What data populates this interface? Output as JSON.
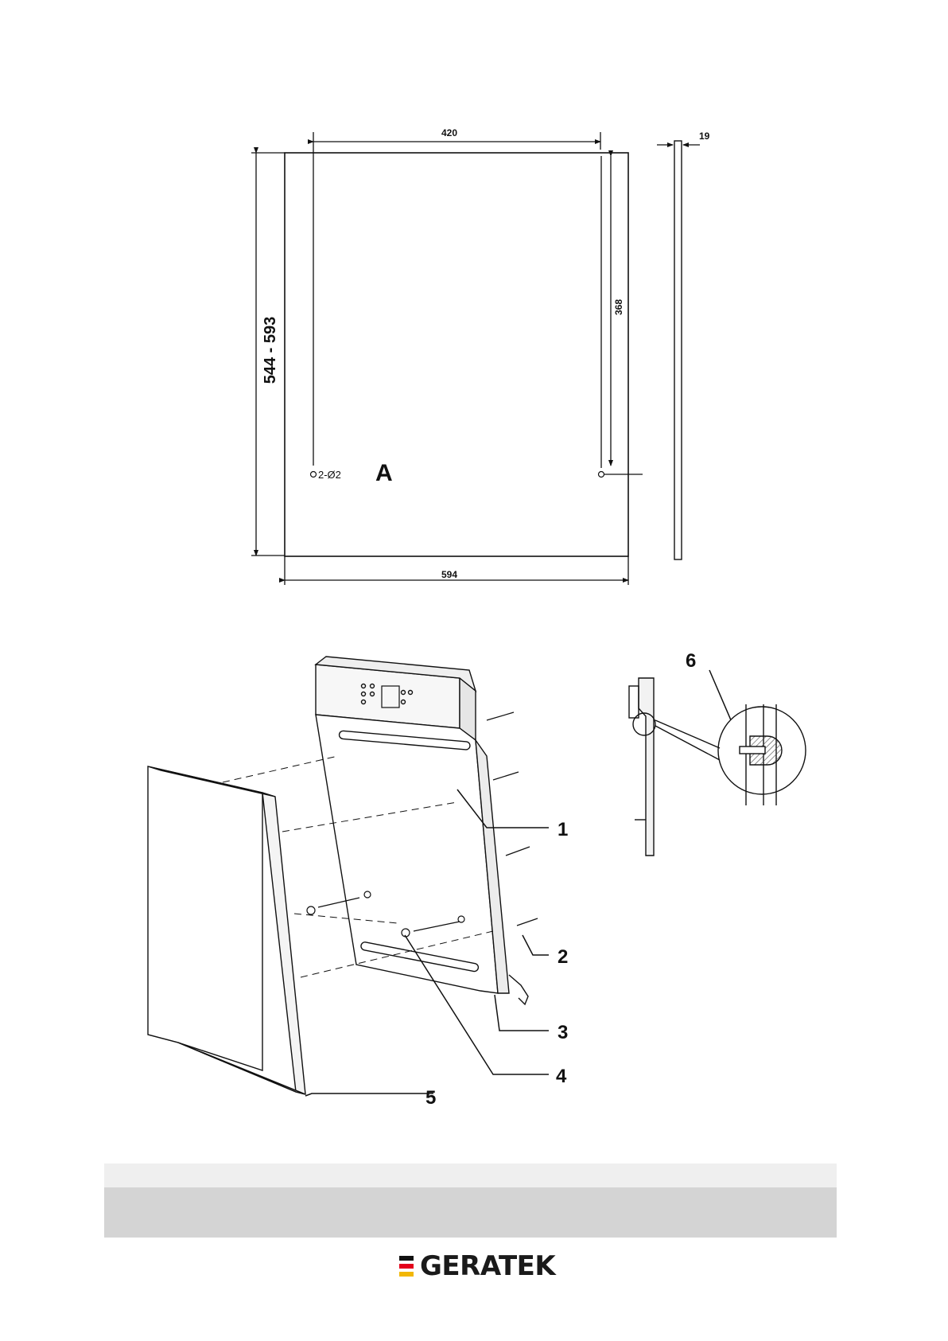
{
  "top_drawing": {
    "dim_width_top": "420",
    "dim_thickness": "19",
    "dim_height_range": "544 - 593",
    "dim_vertical": "368",
    "hole_label": "2-Ø2",
    "view_label": "A",
    "dim_width_bottom": "594"
  },
  "assembly": {
    "callouts": [
      "1",
      "2",
      "3",
      "4",
      "5",
      "6"
    ]
  },
  "brand": {
    "name": "GERATEK",
    "flag_colors": [
      "#111111",
      "#e3001b",
      "#f2b705"
    ]
  }
}
